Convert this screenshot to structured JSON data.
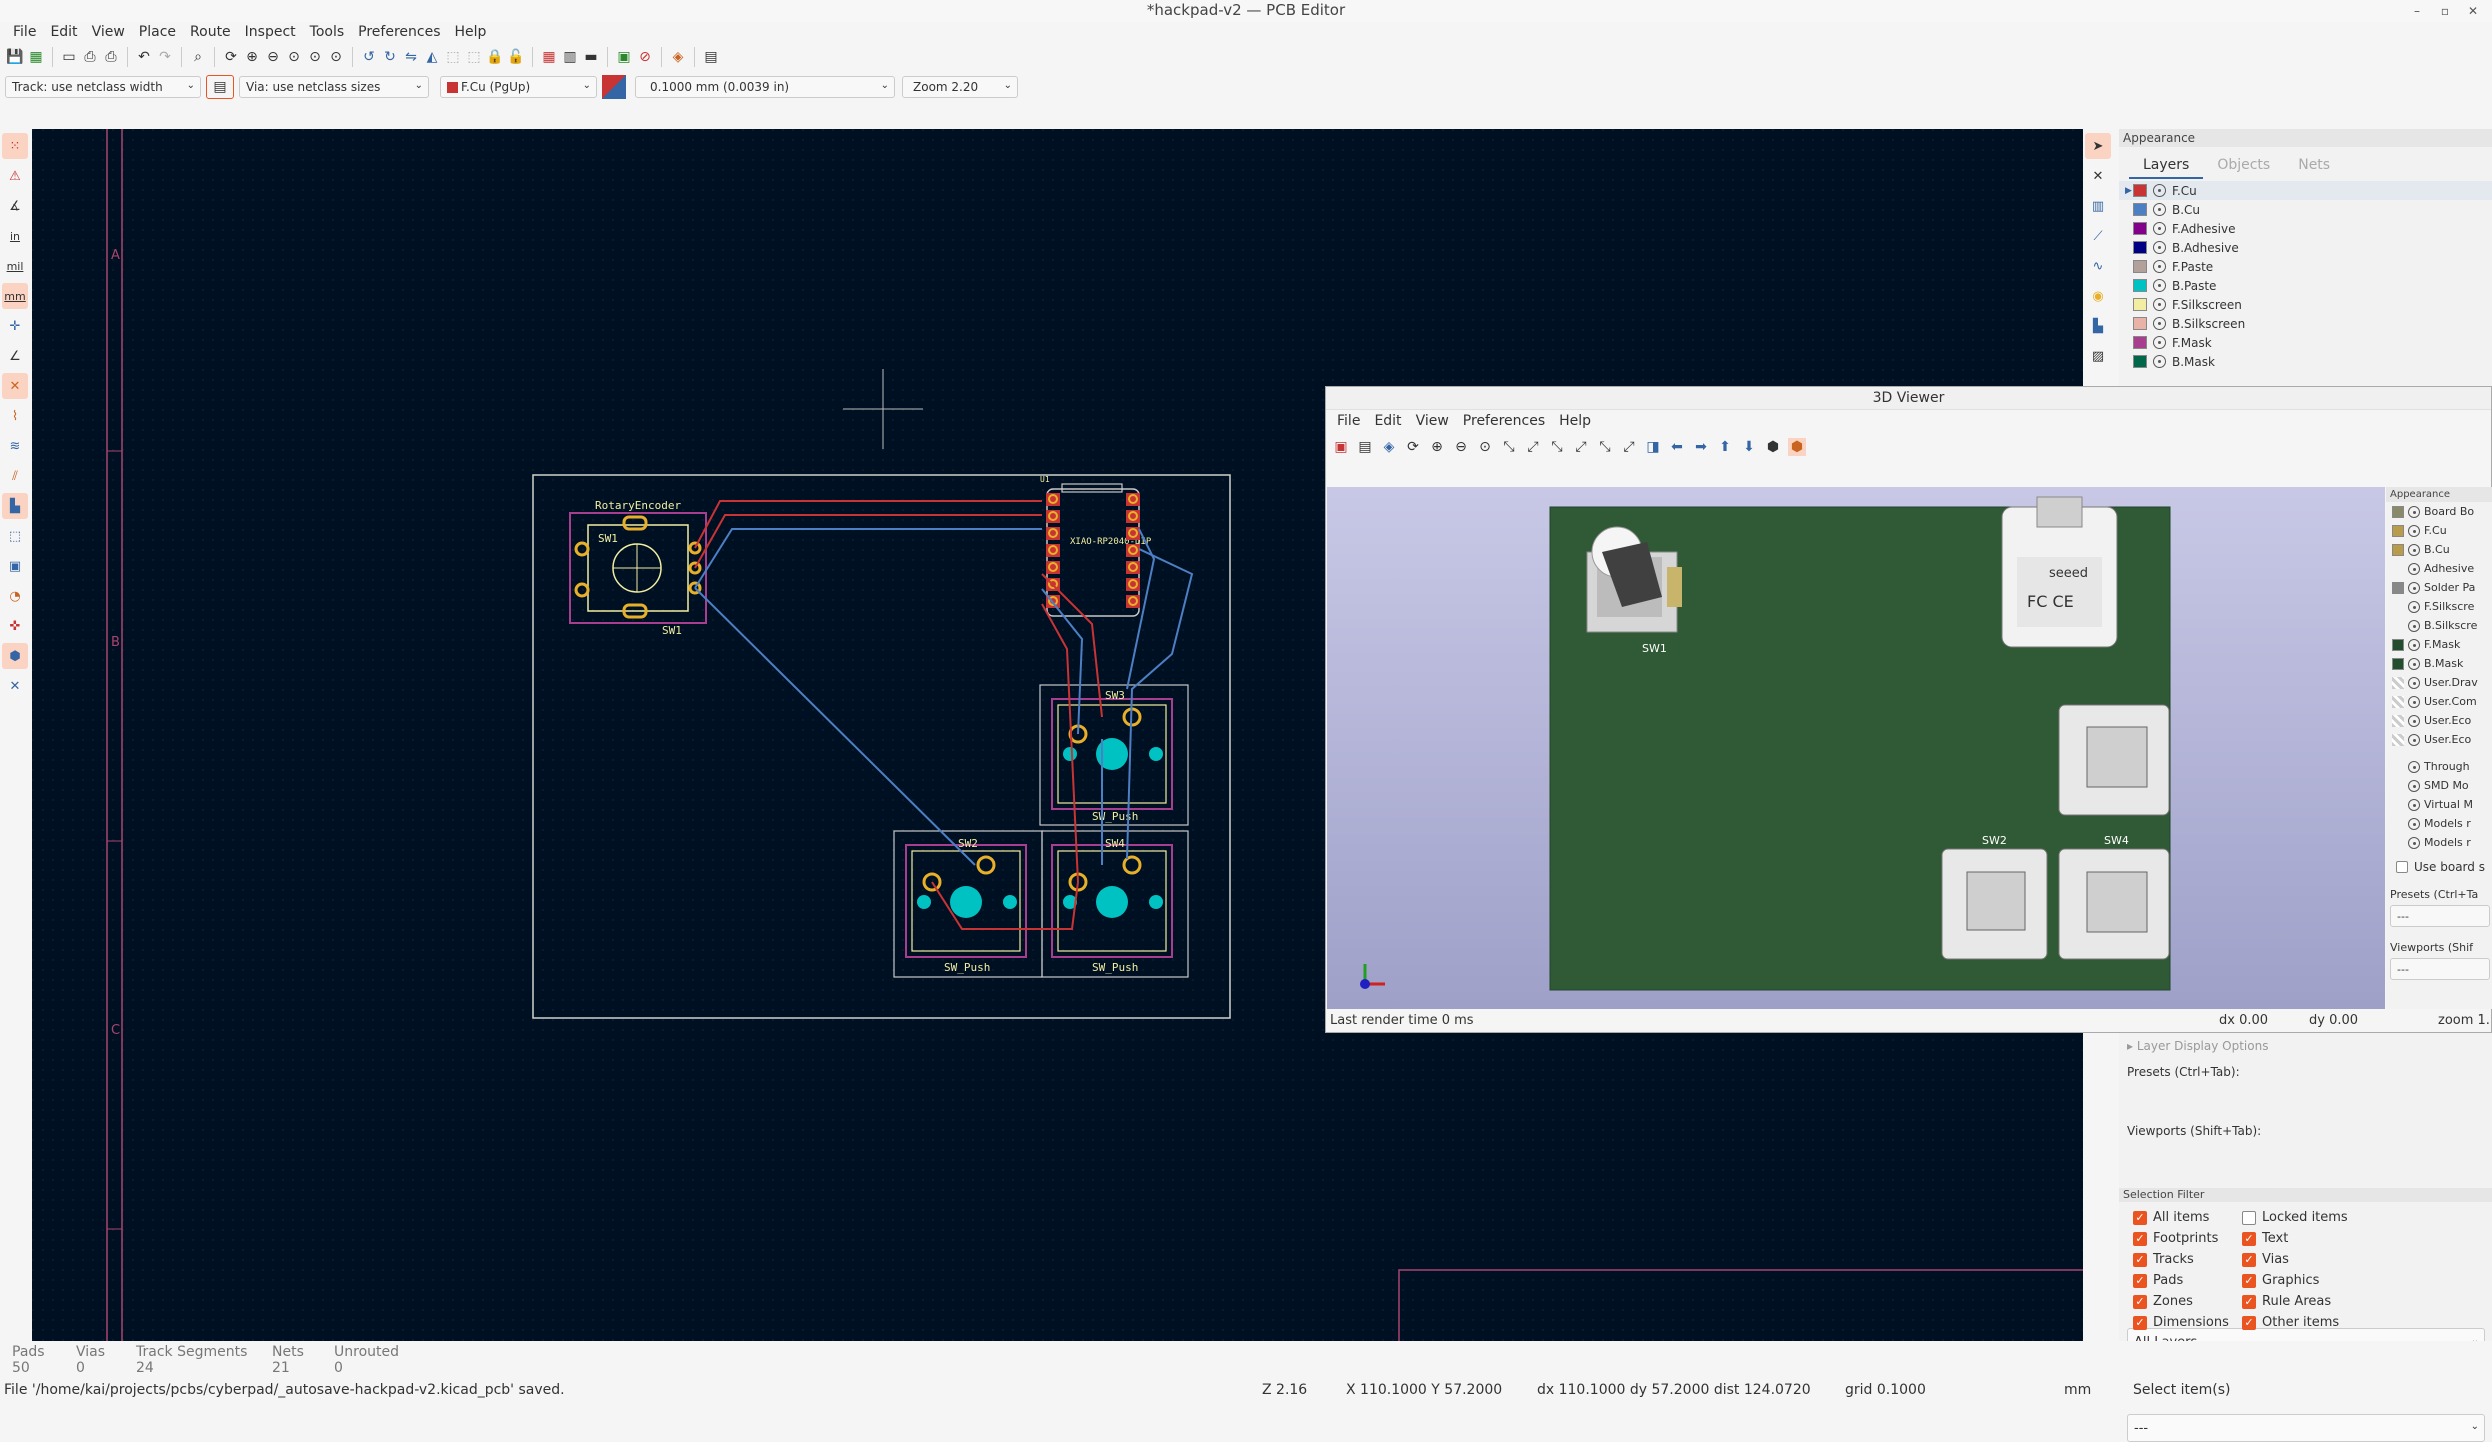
{
  "window": {
    "title": "*hackpad-v2 — PCB Editor"
  },
  "menu": [
    "File",
    "Edit",
    "View",
    "Place",
    "Route",
    "Inspect",
    "Tools",
    "Preferences",
    "Help"
  ],
  "optbar": {
    "track": "Track: use netclass width",
    "via": "Via: use netclass sizes",
    "layer": "F.Cu (PgUp)",
    "grid": "0.1000 mm (0.0039 in)",
    "zoom": "Zoom 2.20"
  },
  "lefttb": {
    "in": "in",
    "mil": "mil",
    "mm": "mm"
  },
  "canvas": {
    "rows": [
      "A",
      "B",
      "C"
    ],
    "silk": {
      "rotary": "RotaryEncoder",
      "sw1a": "SW1",
      "sw1b": "SW1",
      "xiao": "XIAO-RP2040-DIP",
      "xiao_ref": "U1",
      "sw3": "SW3",
      "sw3v": "SW_Push",
      "sw2": "SW2",
      "sw2v": "SW_Push",
      "sw4": "SW4",
      "sw4v": "SW_Push"
    }
  },
  "appearance": {
    "title": "Appearance",
    "tabs": [
      "Layers",
      "Objects",
      "Nets"
    ],
    "layers": [
      {
        "name": "F.Cu",
        "color": "#c83434"
      },
      {
        "name": "B.Cu",
        "color": "#4d7fc4"
      },
      {
        "name": "F.Adhesive",
        "color": "#84008a"
      },
      {
        "name": "B.Adhesive",
        "color": "#000084"
      },
      {
        "name": "F.Paste",
        "color": "#b4a09a"
      },
      {
        "name": "B.Paste",
        "color": "#00c2c2"
      },
      {
        "name": "F.Silkscreen",
        "color": "#f2eda1"
      },
      {
        "name": "B.Silkscreen",
        "color": "#e8b2a7"
      },
      {
        "name": "F.Mask",
        "color": "#a73e8f"
      },
      {
        "name": "B.Mask",
        "color": "#01664a"
      }
    ],
    "layer_display_options": "Layer Display Options",
    "presets_label": "Presets (Ctrl+Tab):",
    "presets_value": "All Layers",
    "viewports_label": "Viewports (Shift+Tab):",
    "viewports_value": "---",
    "selection_filter_title": "Selection Filter",
    "selection_filter": [
      [
        "All items",
        true,
        "Locked items",
        false
      ],
      [
        "Footprints",
        true,
        "Text",
        true
      ],
      [
        "Tracks",
        true,
        "Vias",
        true
      ],
      [
        "Pads",
        true,
        "Graphics",
        true
      ],
      [
        "Zones",
        true,
        "Rule Areas",
        true
      ],
      [
        "Dimensions",
        true,
        "Other items",
        true
      ]
    ]
  },
  "viewer": {
    "title": "3D Viewer",
    "menu": [
      "File",
      "Edit",
      "View",
      "Preferences",
      "Help"
    ],
    "status": {
      "render": "Last render time 0 ms",
      "dx": "dx 0.00",
      "dy": "dy 0.00",
      "zoom": "zoom 1."
    },
    "appearance_title": "Appearance",
    "layers": [
      {
        "name": "Board Bo",
        "color": "#8a8a6a",
        "eye": true
      },
      {
        "name": "F.Cu",
        "color": "#b89c4a",
        "eye": true
      },
      {
        "name": "B.Cu",
        "color": "#b89c4a",
        "eye": true
      },
      {
        "name": "Adhesive",
        "color": "",
        "eye": true
      },
      {
        "name": "Solder Pa",
        "color": "#888888",
        "eye": true
      },
      {
        "name": "F.Silkscre",
        "color": "",
        "eye": true
      },
      {
        "name": "B.Silkscre",
        "color": "",
        "eye": true
      },
      {
        "name": "F.Mask",
        "color": "#224d2e",
        "eye": true
      },
      {
        "name": "B.Mask",
        "color": "#224d2e",
        "eye": true
      },
      {
        "name": "User.Drav",
        "color": "checker",
        "eye": true
      },
      {
        "name": "User.Com",
        "color": "checker",
        "eye": true
      },
      {
        "name": "User.Eco",
        "color": "checker",
        "eye": true
      },
      {
        "name": "User.Eco",
        "color": "checker",
        "eye": true
      }
    ],
    "objects": [
      "Through",
      "SMD Mo",
      "Virtual M",
      "Models r",
      "Models r"
    ],
    "use_board": "Use board s",
    "presets_label": "Presets (Ctrl+Ta",
    "presets_value": "---",
    "viewports_label": "Viewports (Shif",
    "viewports_value": "---",
    "board_labels": {
      "sw1": "SW1",
      "sw2": "SW2",
      "sw4": "SW4",
      "seeed": "seeed"
    }
  },
  "metrics": [
    {
      "label": "Pads",
      "value": "50"
    },
    {
      "label": "Vias",
      "value": "0"
    },
    {
      "label": "Track Segments",
      "value": "24"
    },
    {
      "label": "Nets",
      "value": "21"
    },
    {
      "label": "Unrouted",
      "value": "0"
    }
  ],
  "status": {
    "message": "File '/home/kai/projects/pcbs/cyberpad/_autosave-hackpad-v2.kicad_pcb' saved.",
    "z": "Z 2.16",
    "xy": "X 110.1000  Y 57.2000",
    "dxdy": "dx 110.1000  dy 57.2000  dist 124.0720",
    "grid": "grid 0.1000",
    "units": "mm",
    "mode": "Select item(s)"
  }
}
